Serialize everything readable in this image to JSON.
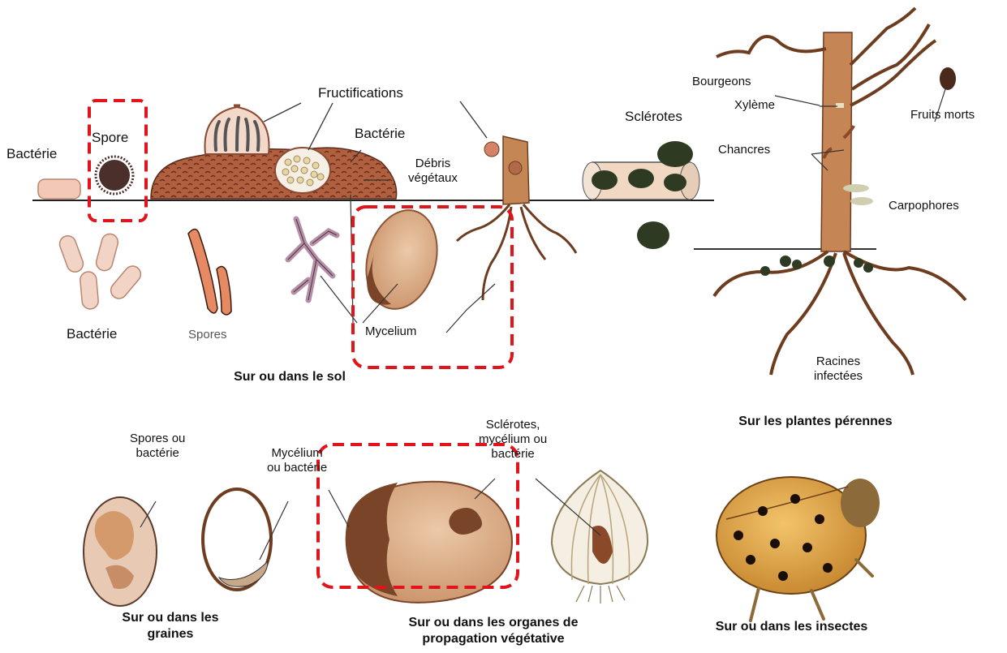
{
  "labels": {
    "bacterie_left": "Bactérie",
    "spore": "Spore",
    "fructifications": "Fructifications",
    "bacterie_mound": "Bactérie",
    "debris": "Débris\nvégétaux",
    "sclerotes": "Sclérotes",
    "bacterie_below": "Bactérie",
    "spores": "Spores",
    "mycelium": "Mycelium",
    "bourgeons": "Bourgeons",
    "xyleme": "Xylème",
    "fruits_morts": "Fruits morts",
    "chancres": "Chancres",
    "carpophores": "Carpophores",
    "racines": "Racines\ninfectées",
    "spores_ou_bacterie": "Spores ou\nbactérie",
    "mycelium_ou_bacterie": "Mycélium\nou bactérie",
    "sclerotes_mycelium": "Sclérotes,\nmycélium ou\nbactérie"
  },
  "captions": {
    "sol": "Sur ou dans le sol",
    "perennes": "Sur les plantes pérennes",
    "graines": "Sur ou dans les\ngraines",
    "organes": "Sur ou dans les organes de\npropagation végétative",
    "insectes": "Sur ou dans les insectes"
  },
  "colors": {
    "highlight": "#e0141a",
    "soil": "#a8553a",
    "wood": "#c98a5c",
    "potato": "#d9a982",
    "sclerote": "#2f3a22",
    "beetle": "#d9a040"
  }
}
